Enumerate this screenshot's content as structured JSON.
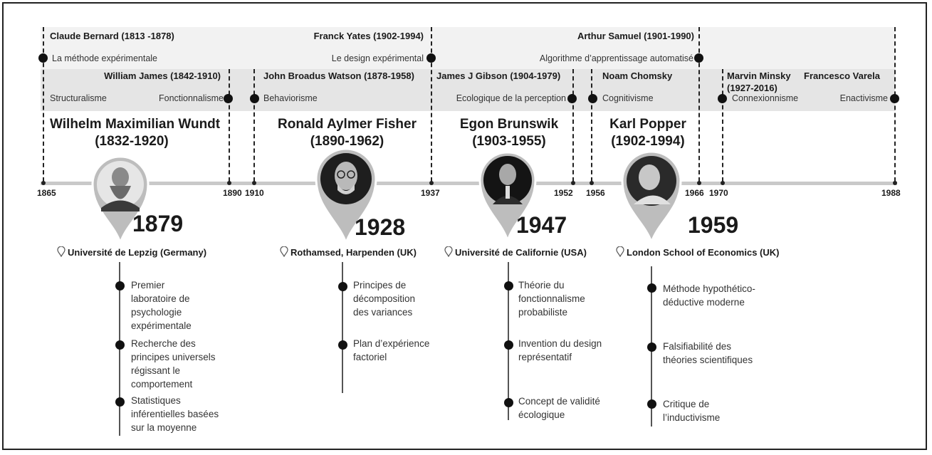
{
  "top_band": [
    {
      "name": "Claude Bernard (1813 -1878)",
      "field": "La méthode expérimentale"
    },
    {
      "name": "Franck Yates (1902-1994)",
      "field": "Le design expérimental"
    },
    {
      "name": "Arthur Samuel (1901-1990)",
      "field": "Algorithme d’apprentissage automatisé"
    }
  ],
  "second_band": {
    "william_james": {
      "name": "William James (1842-1910)",
      "field_left": "Structuralisme",
      "field": "Fonctionnalisme"
    },
    "watson": {
      "name": "John Broadus Watson (1878-1958)",
      "field": "Behaviorisme"
    },
    "gibson": {
      "name": "James J Gibson (1904-1979)",
      "field": "Ecologique de la perception"
    },
    "chomsky": {
      "name": "Noam Chomsky",
      "field": "Cognitivisme"
    },
    "minsky": {
      "name_line1": "Marvin Minsky",
      "name_line2": "(1927-2016)",
      "field": "Connexionnisme"
    },
    "varela": {
      "name": "Francesco Varela",
      "field": "Enactivisme"
    }
  },
  "axis_years": [
    "1865",
    "1890",
    "1910",
    "1937",
    "1952",
    "1956",
    "1966",
    "1970",
    "1988"
  ],
  "figures": [
    {
      "name_line1": "Wilhelm Maximilian Wundt",
      "name_line2": "(1832-1920)",
      "year": "1879",
      "location": "Université de Lepzig (Germany)",
      "items": [
        [
          "Premier",
          "laboratoire de",
          "psychologie",
          "expérimentale"
        ],
        [
          "Recherche des",
          "principes universels",
          "régissant le",
          "comportement"
        ],
        [
          "Statistiques",
          "inférentielles basées",
          "sur la moyenne"
        ]
      ]
    },
    {
      "name_line1": "Ronald Aylmer Fisher",
      "name_line2": "(1890-1962)",
      "year": "1928",
      "location": "Rothamsed, Harpenden (UK)",
      "items": [
        [
          "Principes de",
          "décomposition",
          "des variances"
        ],
        [
          "Plan d’expérience",
          "factoriel"
        ]
      ]
    },
    {
      "name_line1": "Egon Brunswik",
      "name_line2": "(1903-1955)",
      "year": "1947",
      "location": "Université de Californie (USA)",
      "items": [
        [
          "Théorie du",
          "fonctionnalisme",
          "probabiliste"
        ],
        [
          "Invention du design",
          "représentatif"
        ],
        [
          "Concept de validité",
          "écologique"
        ]
      ]
    },
    {
      "name_line1": "Karl Popper",
      "name_line2": "(1902-1994)",
      "year": "1959",
      "location": "London School of Economics (UK)",
      "items": [
        [
          "Méthode hypothético-",
          "déductive moderne"
        ],
        [
          "Falsifiabilité des",
          "théories scientifiques"
        ],
        [
          "Critique de",
          "l’inductivisme"
        ]
      ]
    }
  ]
}
